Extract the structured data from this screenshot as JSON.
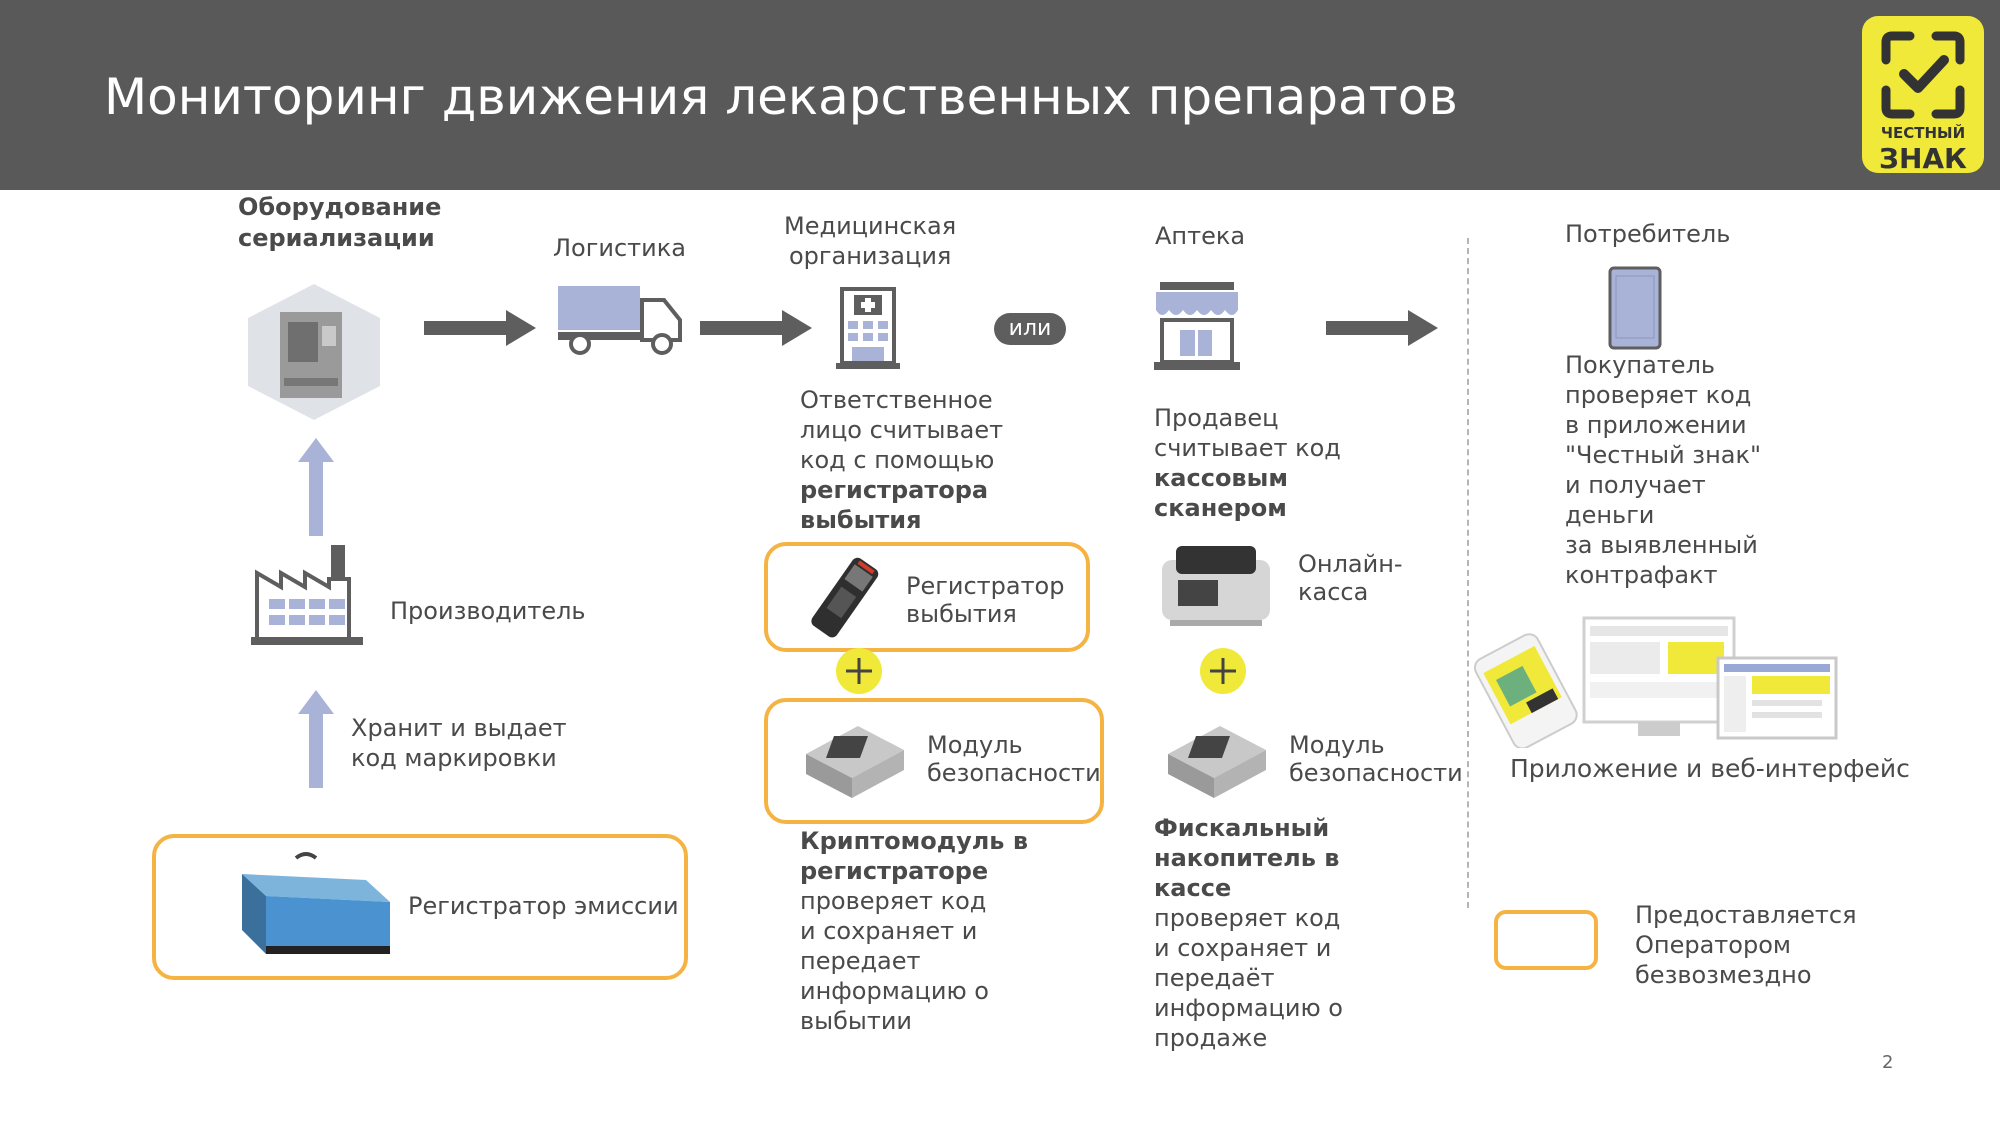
{
  "header": {
    "title": "Мониторинг движения лекарственных препаратов",
    "logo_line1": "ЧЕСТНЫЙ",
    "logo_line2": "ЗНАК"
  },
  "stages": {
    "equipment": {
      "label_line1": "Оборудование",
      "label_line2": "сериализации"
    },
    "logistics": {
      "label": "Логистика"
    },
    "medical": {
      "label_line1": "Медицинская",
      "label_line2": "организация"
    },
    "or_badge": "или",
    "pharmacy": {
      "label": "Аптека"
    },
    "consumer": {
      "label": "Потребитель"
    }
  },
  "producer": {
    "label": "Производитель",
    "stores_line1": "Хранит и выдает",
    "stores_line2": "код маркировки",
    "emission_registrar": "Регистратор эмиссии"
  },
  "medical_detail": {
    "desc_line1": "Ответственное",
    "desc_line2": "лицо считывает",
    "desc_line3": "код с помощью",
    "desc_bold1": "регистратора",
    "desc_bold2": "выбытия",
    "registrar_line1": "Регистратор",
    "registrar_line2": "выбытия",
    "module_line1": "Модуль",
    "module_line2": "безопасности",
    "crypto_bold1": "Криптомодуль в",
    "crypto_bold2": "регистраторе",
    "crypto_line1": "проверяет код",
    "crypto_line2": "и сохраняет и",
    "crypto_line3": "передает",
    "crypto_line4": "информацию о",
    "crypto_line5": "выбытии"
  },
  "pharmacy_detail": {
    "desc_line1": "Продавец",
    "desc_line2": "считывает код",
    "desc_bold1": "кассовым",
    "desc_bold2": "сканером",
    "register_line1": "Онлайн-",
    "register_line2": "касса",
    "module_line1": "Модуль",
    "module_line2": "безопасности",
    "fiscal_bold1": "Фискальный",
    "fiscal_bold2": "накопитель в",
    "fiscal_bold3": "кассе",
    "fiscal_line1": "проверяет код",
    "fiscal_line2": "и сохраняет и",
    "fiscal_line3": "передаёт",
    "fiscal_line4": "информацию о",
    "fiscal_line5": "продаже"
  },
  "consumer_detail": {
    "lines": [
      "Покупатель",
      "проверяет код",
      "в приложении",
      "\"Честный знак\"",
      "и получает",
      "деньги",
      "за выявленный",
      "контрафакт"
    ],
    "app_caption": "Приложение и веб-интерфейс"
  },
  "legend": {
    "line1": "Предоставляется",
    "line2": "Оператором",
    "line3": "безвозмездно"
  },
  "page_number": "2",
  "colors": {
    "header_bg": "#595959",
    "accent_yellow": "#f0e93a",
    "box_orange": "#f5b343",
    "icon_blue": "#a9b3d8",
    "icon_dark": "#5e5e5e"
  }
}
